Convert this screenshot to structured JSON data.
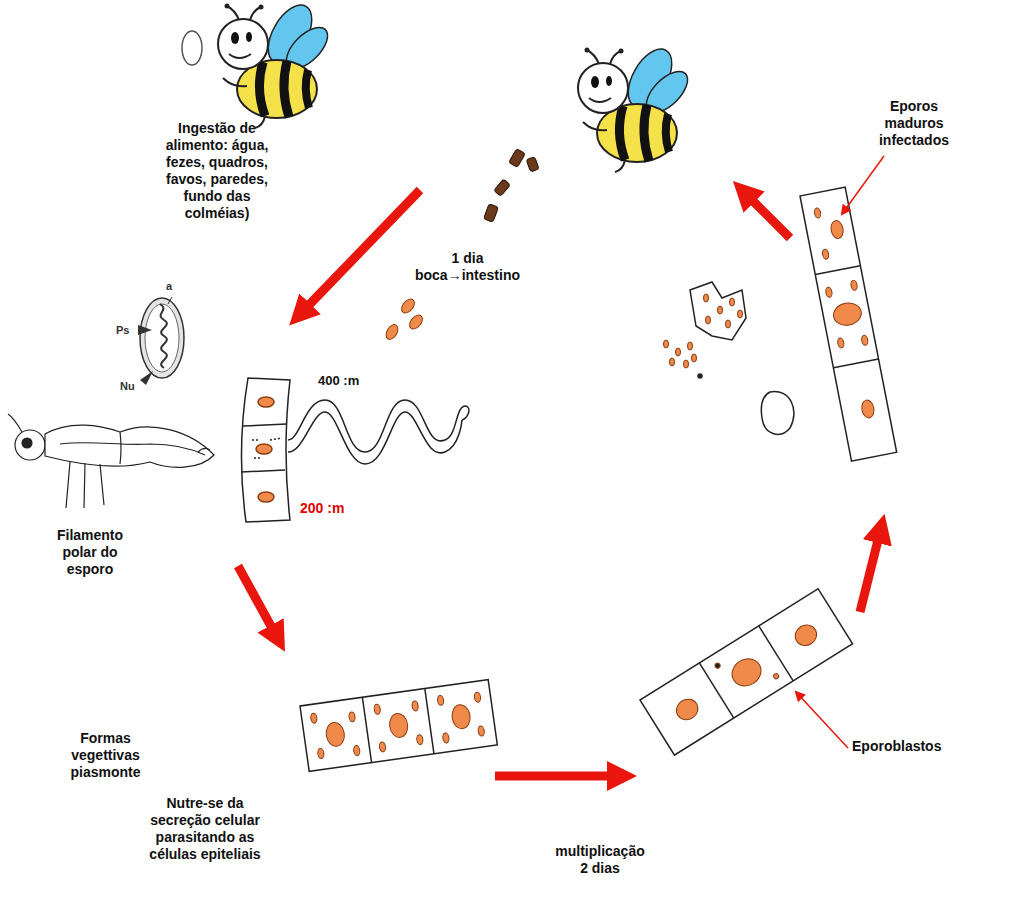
{
  "diagram": {
    "labels": [
      "Ingestão de alimento: água, fezes, quadros, favos, paredes, fundo das colméias)",
      "1 dia boca→intestino",
      "a",
      "Ps",
      "Nu",
      "400 :m",
      "200 :m",
      "Filamento polar do esporo",
      "Formas vegettivas piasmonte",
      "Nutre-se da secreção celular parasitando as células epiteliais",
      "multiplicação 2 dias",
      "Eporoblastos",
      "Eporos maduros infectados"
    ]
  }
}
